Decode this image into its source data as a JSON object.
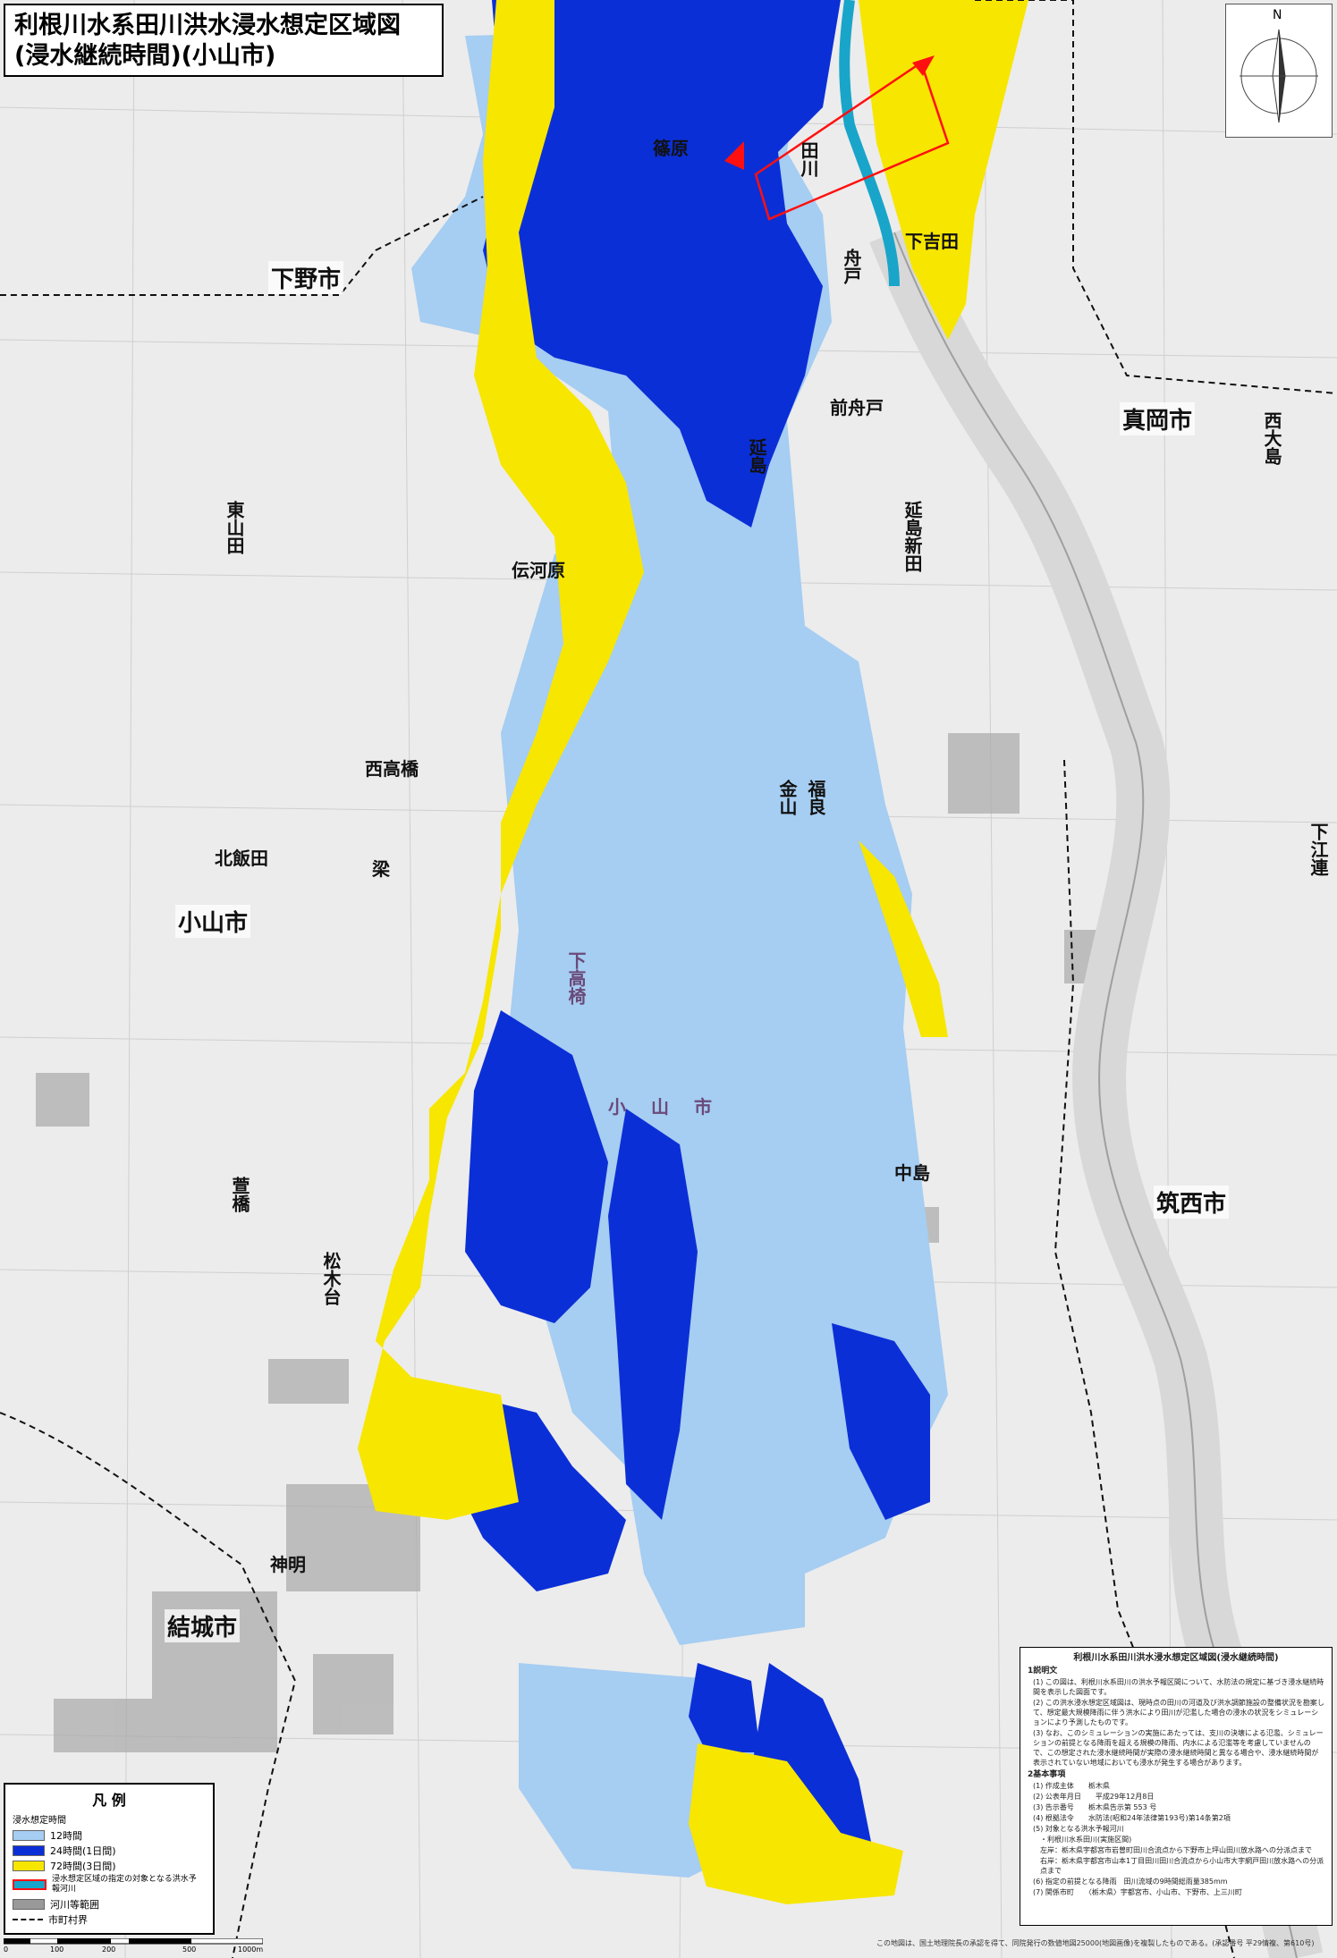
{
  "title": {
    "line1": "利根川水系田川洪水浸水想定区域図",
    "line2": "(浸水継続時間)(小山市)"
  },
  "compass": {
    "north": "N"
  },
  "colors": {
    "hours_12": "#a6cdf2",
    "hours_24": "#0b2fd6",
    "hours_72": "#f7e600",
    "river": "#19a5c9",
    "river_area": "#999999",
    "background": "#ececec"
  },
  "cities": [
    {
      "id": "shimotsuke",
      "label": "下野市"
    },
    {
      "id": "oyama",
      "label": "小山市"
    },
    {
      "id": "moka",
      "label": "真岡市"
    },
    {
      "id": "chikusei",
      "label": "筑西市"
    },
    {
      "id": "yuki",
      "label": "結城市"
    }
  ],
  "places": [
    {
      "id": "shinohara",
      "label": "篠原"
    },
    {
      "id": "tagawa",
      "label": "田川"
    },
    {
      "id": "shimoyoshida",
      "label": "下吉田"
    },
    {
      "id": "funado",
      "label": "舟戸"
    },
    {
      "id": "maefunado",
      "label": "前舟戸"
    },
    {
      "id": "nobejima",
      "label": "延島"
    },
    {
      "id": "nobejima-shinden",
      "label": "延島新田"
    },
    {
      "id": "higashiyamada",
      "label": "東山田"
    },
    {
      "id": "denkawara",
      "label": "伝河原"
    },
    {
      "id": "nishitakahashi",
      "label": "西高橋"
    },
    {
      "id": "kitaiida",
      "label": "北飯田"
    },
    {
      "id": "yana",
      "label": "梁"
    },
    {
      "id": "kaneyama",
      "label": "金山"
    },
    {
      "id": "fukura",
      "label": "福良"
    },
    {
      "id": "shimotakahashi",
      "label": "下高椅"
    },
    {
      "id": "oyama-map",
      "label": "小山市"
    },
    {
      "id": "nakajima",
      "label": "中島"
    },
    {
      "id": "kayahashi",
      "label": "萱橋"
    },
    {
      "id": "matsukidai",
      "label": "松木台"
    },
    {
      "id": "shinmei",
      "label": "神明"
    },
    {
      "id": "nishitaimachi",
      "label": "西大島"
    },
    {
      "id": "shimoocho",
      "label": "下江連"
    }
  ],
  "legend": {
    "title": "凡 例",
    "subtitle": "浸水想定時間",
    "items": [
      {
        "label": "12時間",
        "color": "#a6cdf2"
      },
      {
        "label": "24時間(1日間)",
        "color": "#0b2fd6"
      },
      {
        "label": "72時間(3日間)",
        "color": "#f7e600"
      }
    ],
    "target_river": "浸水想定区域の指定の対象となる洪水予報河川",
    "river_area": "河川等範囲",
    "boundary": "市町村界"
  },
  "note": {
    "title": "利根川水系田川洪水浸水想定区域図(浸水継続時間)",
    "sec1": "1説明文",
    "p1": "(1) この図は、利根川水系田川の洪水予報区間について、水防法の規定に基づき浸水継続時間を表示した図面です。",
    "p2": "(2) この洪水浸水想定区域図は、現時点の田川の河道及び洪水調節施設の整備状況を勘案して、想定最大規模降雨に伴う洪水により田川が氾濫した場合の浸水の状況をシミュレーションにより予測したものです。",
    "p3": "(3) なお、このシミュレーションの実施にあたっては、支川の決壊による氾濫、シミュレーションの前提となる降雨を超える規模の降雨、内水による氾濫等を考慮していませんので、この想定された浸水継続時間が実際の浸水継続時間と異なる場合や、浸水継続時間が表示されていない地域においても浸水が発生する場合があります。",
    "sec2": "2基本事項",
    "b1": "(1) 作成主体　　栃木県",
    "b2": "(2) 公表年月日　　平成29年12月8日",
    "b3": "(3) 告示番号　　栃木県告示第 553 号",
    "b4": "(4) 根拠法令　　水防法(昭和24年法律第193号)第14条第2項",
    "b5": "(5) 対象となる洪水予報河川",
    "b5a": "・利根川水系田川(実施区間)",
    "b5b": "左岸：栃木県宇都宮市岩曽町田川合流点から下野市上坪山田川放水路への分派点まで",
    "b5c": "右岸：栃木県宇都宮市山本1丁目田川田川合流点から小山市大字網戸田川放水路への分派点まで",
    "b6": "(6) 指定の前提となる降雨　田川流域の9時間総雨量385mm",
    "b7": "(7) 関係市町　　〈栃木県〉宇都宮市、小山市、下野市、上三川町"
  },
  "footer": "この地図は、国土地理院長の承認を得て、同院発行の数値地図25000(地図画像)を複製したものである。(承認番号 平29情複、第610号)",
  "scale": {
    "labels": [
      "0",
      "100",
      "200",
      "500",
      "1000m"
    ]
  }
}
